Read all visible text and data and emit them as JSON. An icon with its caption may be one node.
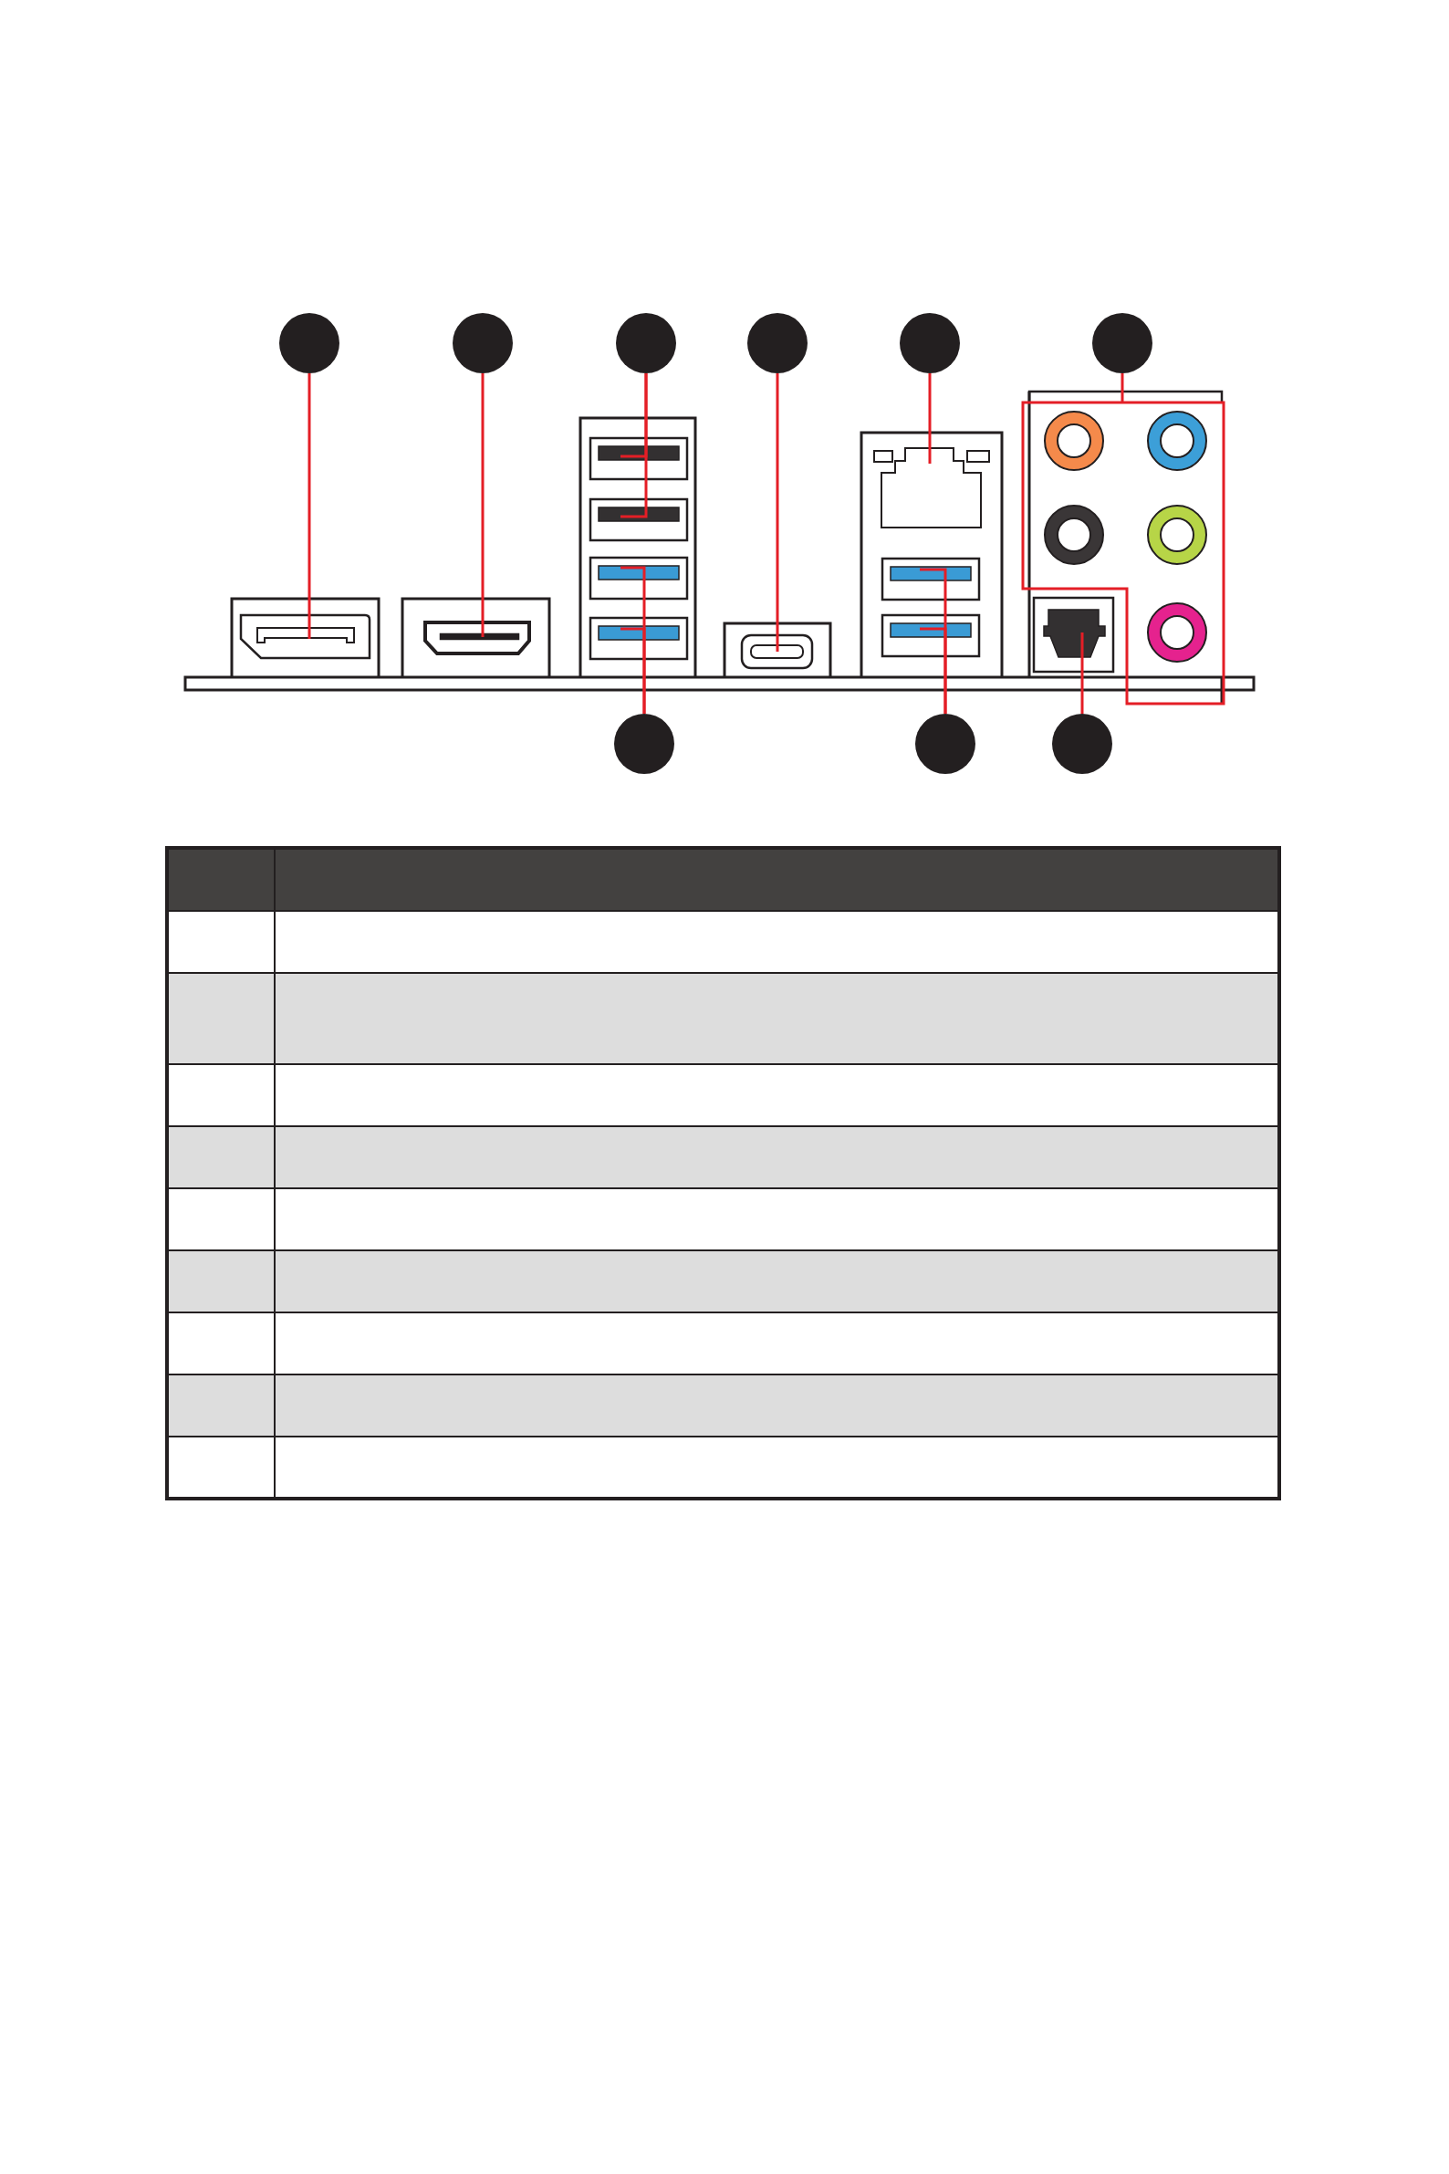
{
  "diagram": {
    "nodes": [
      {
        "text": [],
        "shape": "circle"
      },
      {
        "text": [],
        "shape": "circle"
      },
      {
        "text": [],
        "shape": "circle"
      },
      {
        "text": [],
        "shape": "circle"
      },
      {
        "text": [],
        "shape": "circle"
      },
      {
        "text": [],
        "shape": "circle"
      },
      {
        "text": [],
        "shape": "box"
      },
      {
        "text": [],
        "shape": "box"
      },
      {
        "text": [],
        "shape": "box"
      },
      {
        "text": [],
        "shape": "box"
      },
      {
        "text": [],
        "shape": "box"
      },
      {
        "text": [],
        "shape": "box"
      },
      {
        "text": [],
        "shape": "box"
      },
      {
        "text": [],
        "shape": "box"
      },
      {
        "text": [],
        "shape": "box"
      },
      {
        "text": [],
        "shape": "box"
      },
      {
        "text": [],
        "shape": "box"
      },
      {
        "text": [],
        "shape": "box"
      },
      {
        "text": [],
        "shape": "circle"
      },
      {
        "text": [],
        "shape": "circle"
      },
      {
        "text": [],
        "shape": "circle"
      }
    ],
    "edges": [
      {
        "from": 0,
        "to": 6,
        "arrow": "none"
      },
      {
        "from": 1,
        "to": 7,
        "arrow": "none"
      },
      {
        "from": 2,
        "to": 8,
        "arrow": "none"
      },
      {
        "from": 2,
        "to": 9,
        "arrow": "none"
      },
      {
        "from": 3,
        "to": 12,
        "arrow": "none"
      },
      {
        "from": 4,
        "to": 13,
        "arrow": "none"
      },
      {
        "from": 5,
        "to": 16,
        "arrow": "none"
      },
      {
        "from": 18,
        "to": 10,
        "arrow": "none"
      },
      {
        "from": 18,
        "to": 11,
        "arrow": "none"
      },
      {
        "from": 19,
        "to": 14,
        "arrow": "none"
      },
      {
        "from": 19,
        "to": 15,
        "arrow": "none"
      },
      {
        "from": 20,
        "to": 17,
        "arrow": "none"
      }
    ]
  }
}
